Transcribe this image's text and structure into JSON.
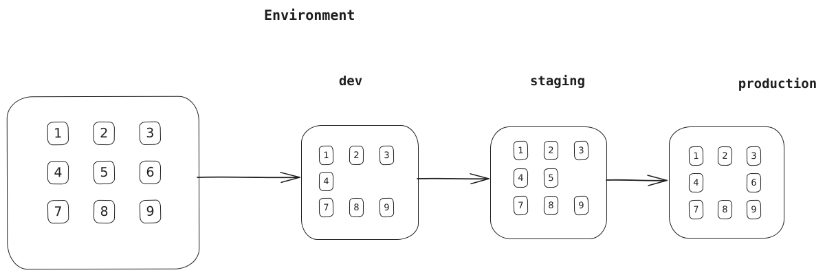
{
  "title": "Environment",
  "colors": {
    "stroke": "#1e1e1e",
    "background": "#ffffff"
  },
  "source": {
    "cells": [
      "1",
      "2",
      "3",
      "4",
      "5",
      "6",
      "7",
      "8",
      "9"
    ]
  },
  "environments": [
    {
      "label": "dev",
      "cells": [
        "1",
        "2",
        "3",
        "4",
        "",
        "",
        "7",
        "8",
        "9"
      ]
    },
    {
      "label": "staging",
      "cells": [
        "1",
        "2",
        "3",
        "4",
        "5",
        "",
        "7",
        "8",
        "9"
      ]
    },
    {
      "label": "production",
      "cells": [
        "1",
        "2",
        "3",
        "4",
        "",
        "6",
        "7",
        "8",
        "9"
      ]
    }
  ],
  "connections": [
    {
      "from": "source",
      "to": "dev"
    },
    {
      "from": "dev",
      "to": "staging"
    },
    {
      "from": "staging",
      "to": "production"
    }
  ]
}
